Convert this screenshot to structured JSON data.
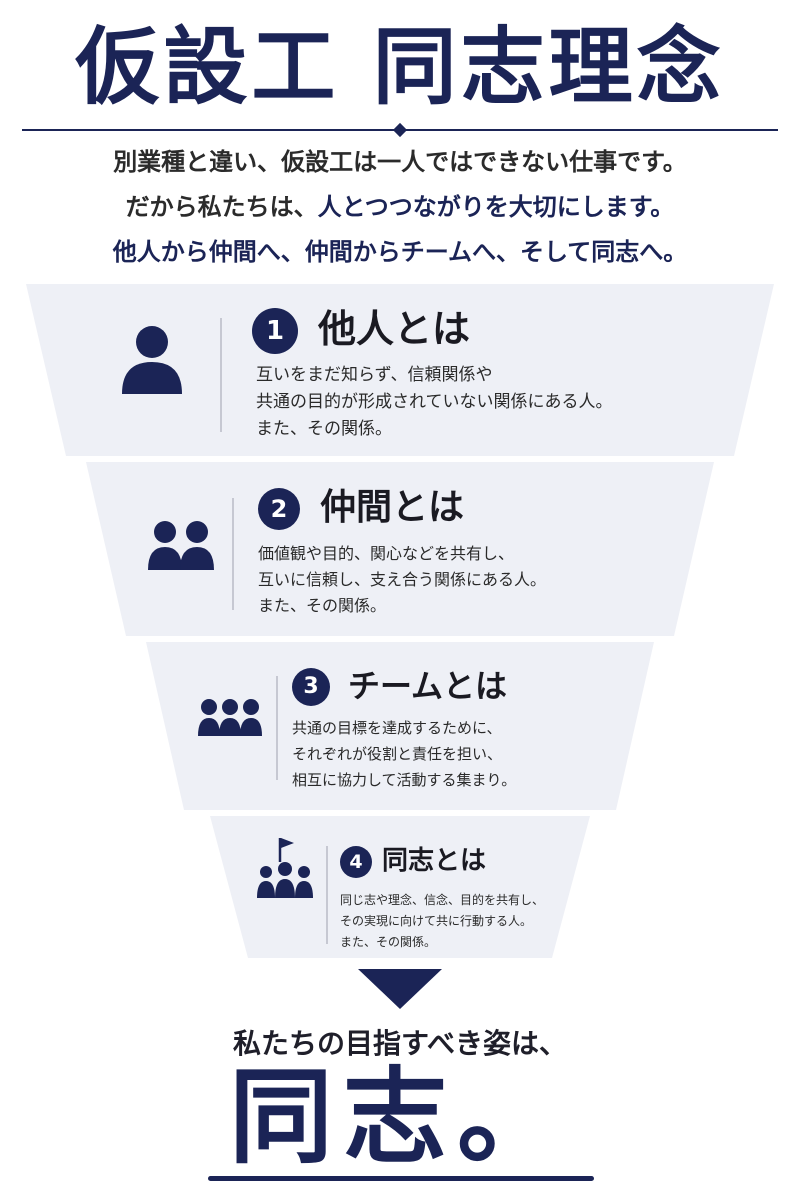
{
  "title": "仮設工 同志理念",
  "intro": {
    "line1": "別業種と違い、仮設工は一人ではできない仕事です。",
    "line2_pre": "だから私たちは、",
    "line2_hl": "人とつつながりを大切にします。",
    "line3": "他人から仲間へ、仲間からチームへ、そして同志へ。"
  },
  "stages": [
    {
      "number": "1",
      "heading": "他人とは",
      "icon": "person-icon",
      "lines": [
        "互いをまだ知らず、信頼関係や",
        "共通の目的が形成されていない関係にある人。",
        "また、その関係。"
      ]
    },
    {
      "number": "2",
      "heading": "仲間とは",
      "icon": "two-people-icon",
      "lines": [
        "価値観や目的、関心などを共有し、",
        "互いに信頼し、支え合う関係にある人。",
        "また、その関係。"
      ]
    },
    {
      "number": "3",
      "heading": "チームとは",
      "icon": "three-people-icon",
      "lines": [
        "共通の目標を達成するために、",
        "それぞれが役割と責任を担い、",
        "相互に協力して活動する集まり。"
      ]
    },
    {
      "number": "4",
      "heading": "同志とは",
      "icon": "people-with-flag-icon",
      "lines": [
        "同じ志や理念、信念、目的を共有し、",
        "その実現に向けて共に行動する人。",
        "また、その関係。"
      ]
    }
  ],
  "goal": "私たちの目指すべき姿は、",
  "final": "同志。",
  "colors": {
    "navy": "#1b2456",
    "band": "#eef0f6",
    "text": "#1f1f2a"
  }
}
